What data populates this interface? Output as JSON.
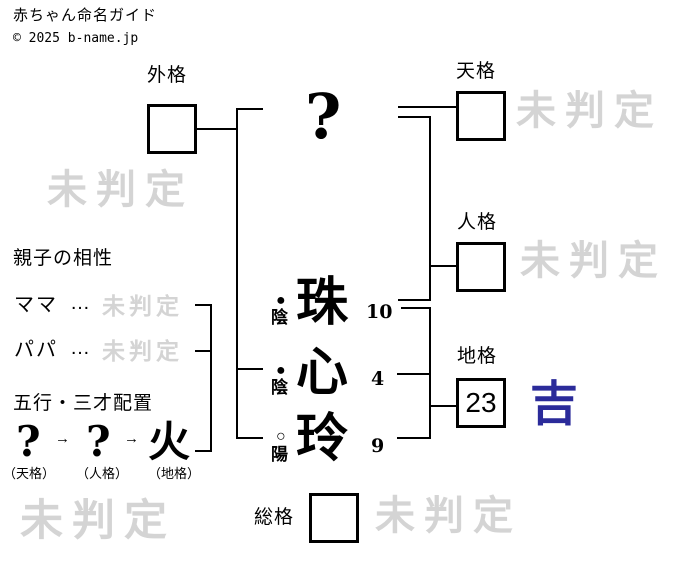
{
  "header": {
    "site_title": "赤ちゃん命名ガイド",
    "copyright": "© 2025 b-name.jp"
  },
  "colors": {
    "undetermined_gray": "#d4d4d4",
    "rating_blue": "#2b2b9a",
    "line_black": "#000000"
  },
  "name": {
    "surname_char": "?",
    "given": [
      {
        "char": "珠",
        "strokes": "10",
        "polarity_mark": "●",
        "polarity_label": "陰"
      },
      {
        "char": "心",
        "strokes": "4",
        "polarity_mark": "●",
        "polarity_label": "陰"
      },
      {
        "char": "玲",
        "strokes": "9",
        "polarity_mark": "○",
        "polarity_label": "陽"
      }
    ]
  },
  "kaku": {
    "gaikaku": {
      "label": "外格",
      "value": "",
      "rating": "未判定"
    },
    "tenkaku": {
      "label": "天格",
      "value": "",
      "rating": "未判定"
    },
    "jinkaku": {
      "label": "人格",
      "value": "",
      "rating": "未判定"
    },
    "chikaku": {
      "label": "地格",
      "value": "23",
      "rating": "吉"
    },
    "soukaku": {
      "label": "総格",
      "value": "",
      "rating": "未判定"
    }
  },
  "compatibility": {
    "title": "親子の相性",
    "rows": [
      {
        "label": "ママ",
        "ellipsis": "…",
        "value": "未判定"
      },
      {
        "label": "パパ",
        "ellipsis": "…",
        "value": "未判定"
      }
    ]
  },
  "gogyo": {
    "title": "五行・三才配置",
    "arrow": "→",
    "items": [
      {
        "element": "?",
        "caption": "（天格）"
      },
      {
        "element": "?",
        "caption": "（人格）"
      },
      {
        "element": "火",
        "caption": "（地格）"
      }
    ],
    "rating": "未判定"
  }
}
